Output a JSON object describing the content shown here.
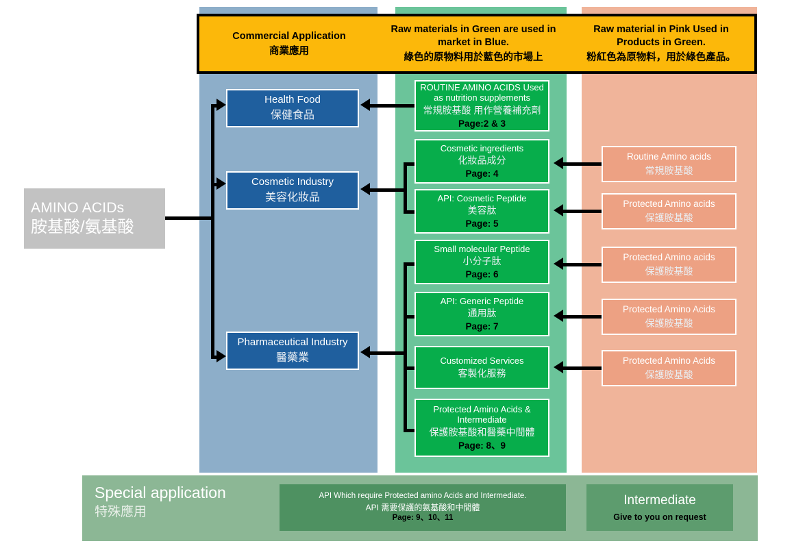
{
  "header": {
    "columns": [
      {
        "en": "Commercial Application",
        "zh": "商業應用"
      },
      {
        "en": "Raw materials in Green are used in market in Blue.",
        "zh": "綠色的原物料用於藍色的市場上"
      },
      {
        "en": "Raw material in Pink Used in Products in Green.",
        "zh": "粉紅色為原物料，用於綠色產品。"
      }
    ]
  },
  "source": {
    "en": "AMINO ACIDs",
    "zh": "胺基酸/氨基酸"
  },
  "markets": [
    {
      "en": "Health Food",
      "zh": "保健食品"
    },
    {
      "en": "Cosmetic Industry",
      "zh": "美容化妝品"
    },
    {
      "en": "Pharmaceutical Industry",
      "zh": "醫藥業"
    }
  ],
  "products": [
    {
      "en": "ROUTINE AMINO ACIDS Used as nutrition supplements",
      "zh": "常規胺基酸 用作營養補充劑",
      "page": "Page:2 & 3"
    },
    {
      "en": "Cosmetic ingredients",
      "zh": "化妝品成分",
      "page": "Page: 4"
    },
    {
      "en": "API: Cosmetic Peptide",
      "zh": "美容肽",
      "page": "Page: 5"
    },
    {
      "en": "Small molecular Peptide",
      "zh": "小分子肽",
      "page": "Page: 6"
    },
    {
      "en": "API: Generic Peptide",
      "zh": "通用肽",
      "page": "Page: 7"
    },
    {
      "en": "Customized Services",
      "zh": "客製化服務",
      "page": ""
    },
    {
      "en": "Protected Amino Acids & Intermediate",
      "zh": "保護胺基酸和醫藥中間體",
      "page": "Page: 8、9"
    }
  ],
  "raw_materials": [
    {
      "en": "Routine Amino acids",
      "zh": "常規胺基酸"
    },
    {
      "en": "Protected Amino acids",
      "zh": "保護胺基酸"
    },
    {
      "en": "Protected Amino acids",
      "zh": "保護胺基酸"
    },
    {
      "en": "Protected Amino Acids",
      "zh": "保護胺基酸"
    },
    {
      "en": "Protected Amino Acids",
      "zh": "保護胺基酸"
    }
  ],
  "special": {
    "label_en": "Special application",
    "label_zh": "特殊應用",
    "api_en": "API Which require Protected amino Acids and Intermediate.",
    "api_zh": "API 需要保護的氨基酸和中間體",
    "api_page": "Page: 9、10、11",
    "intermediate_en": "Intermediate",
    "intermediate_sub": "Give to you on request"
  },
  "colors": {
    "banner": "#fcb80a",
    "band_blue": "#8daec9",
    "band_green": "#6bc49a",
    "band_pink": "#f0b49a",
    "node_blue": "#1f5f9e",
    "node_green": "#07ad4b",
    "node_pink": "#eda183",
    "source_gray": "#c2c2c2",
    "special_bar": "#8cb795"
  }
}
